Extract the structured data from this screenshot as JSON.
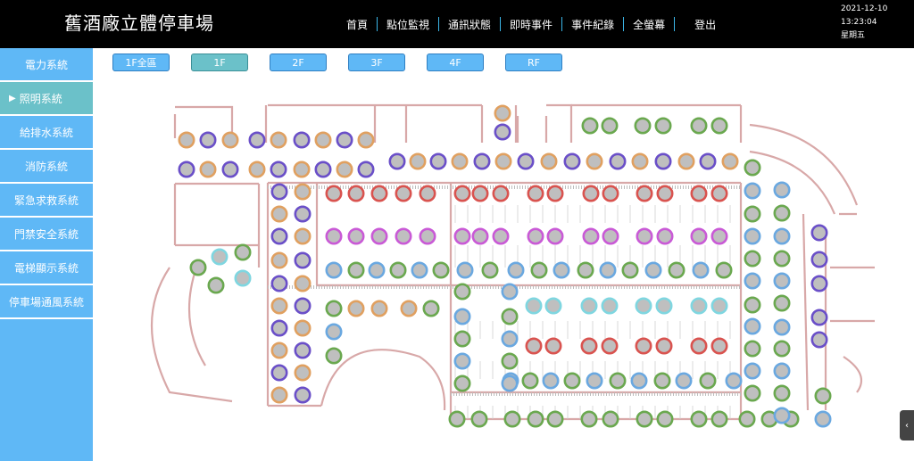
{
  "header": {
    "title": "舊酒廠立體停車場",
    "nav": [
      "首頁",
      "點位監視",
      "通訊狀態",
      "即時事件",
      "事件紀錄",
      "全螢幕",
      "登出"
    ],
    "clock": {
      "date": "2021-12-10",
      "time": "13:23:04",
      "weekday": "星期五"
    }
  },
  "sidebar": {
    "items": [
      {
        "label": "電力系統",
        "active": false
      },
      {
        "label": "照明系統",
        "active": true
      },
      {
        "label": "給排水系統",
        "active": false
      },
      {
        "label": "消防系統",
        "active": false
      },
      {
        "label": "緊急求救系統",
        "active": false
      },
      {
        "label": "門禁安全系統",
        "active": false
      },
      {
        "label": "電梯顯示系統",
        "active": false
      },
      {
        "label": "停車場通風系統",
        "active": false
      }
    ],
    "active_marker": "▶"
  },
  "floor_tabs": {
    "items": [
      "1F全區",
      "1F",
      "2F",
      "3F",
      "4F",
      "RF"
    ],
    "active": "1F"
  },
  "map": {
    "legend_colors": {
      "orange": "#e0a060",
      "purple": "#6a4fc8",
      "red": "#d9534f",
      "magenta": "#c95ad6",
      "blue": "#6aa8e0",
      "green": "#6aa84f",
      "cyan": "#7fd6e0"
    },
    "wall_color": "#d8a8a8",
    "fixture_fill": "#bfbfbf"
  },
  "side_handle_icon": "chevron-left-icon"
}
